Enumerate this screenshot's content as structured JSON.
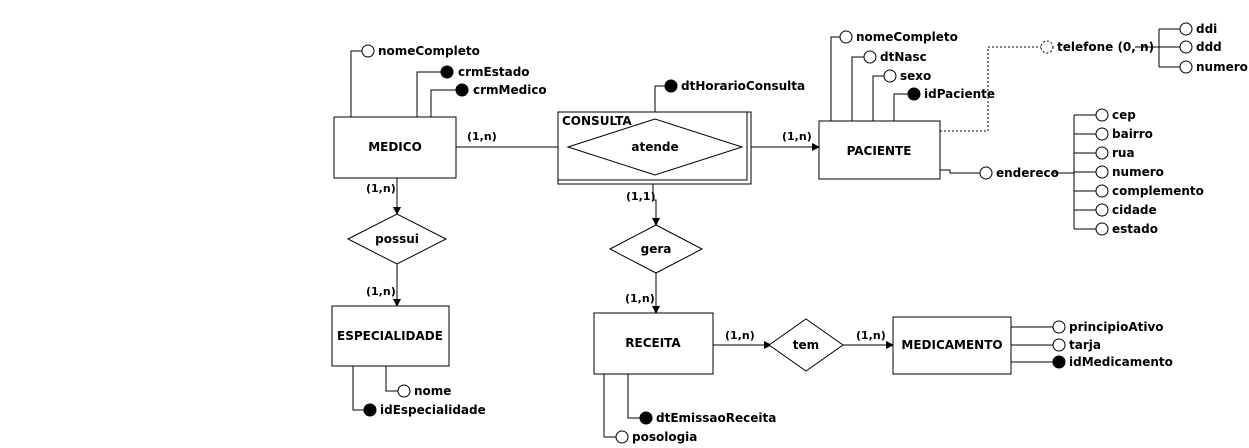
{
  "entities": {
    "medico": "MEDICO",
    "especialidade": "ESPECIALIDADE",
    "paciente": "PACIENTE",
    "receita": "RECEITA",
    "medicamento": "MEDICAMENTO",
    "consulta": "CONSULTA"
  },
  "relationships": {
    "atende": "atende",
    "possui": "possui",
    "gera": "gera",
    "tem": "tem"
  },
  "cardinalities": {
    "medico_atende": "(1,n)",
    "atende_paciente": "(1,n)",
    "medico_possui": "(1,n)",
    "possui_especialidade": "(1,n)",
    "consulta_gera": "(1,1)",
    "gera_receita": "(1,n)",
    "receita_tem": "(1,n)",
    "tem_medicamento": "(1,n)"
  },
  "attributes": {
    "medico": [
      "nomeCompleto",
      "crmEstado",
      "crmMedico"
    ],
    "consulta": [
      "dtHorarioConsulta"
    ],
    "paciente": [
      "nomeCompleto",
      "dtNasc",
      "sexo",
      "idPaciente"
    ],
    "telefone": "telefone (0, n)",
    "telefone_parts": [
      "ddi",
      "ddd",
      "numero"
    ],
    "endereco": "endereco",
    "endereco_parts": [
      "cep",
      "bairro",
      "rua",
      "numero",
      "complemento",
      "cidade",
      "estado"
    ],
    "especialidade": [
      "nome",
      "idEspecialidade"
    ],
    "receita": [
      "dtEmissaoReceita",
      "posologia"
    ],
    "medicamento": [
      "principioAtivo",
      "tarja",
      "idMedicamento"
    ]
  }
}
